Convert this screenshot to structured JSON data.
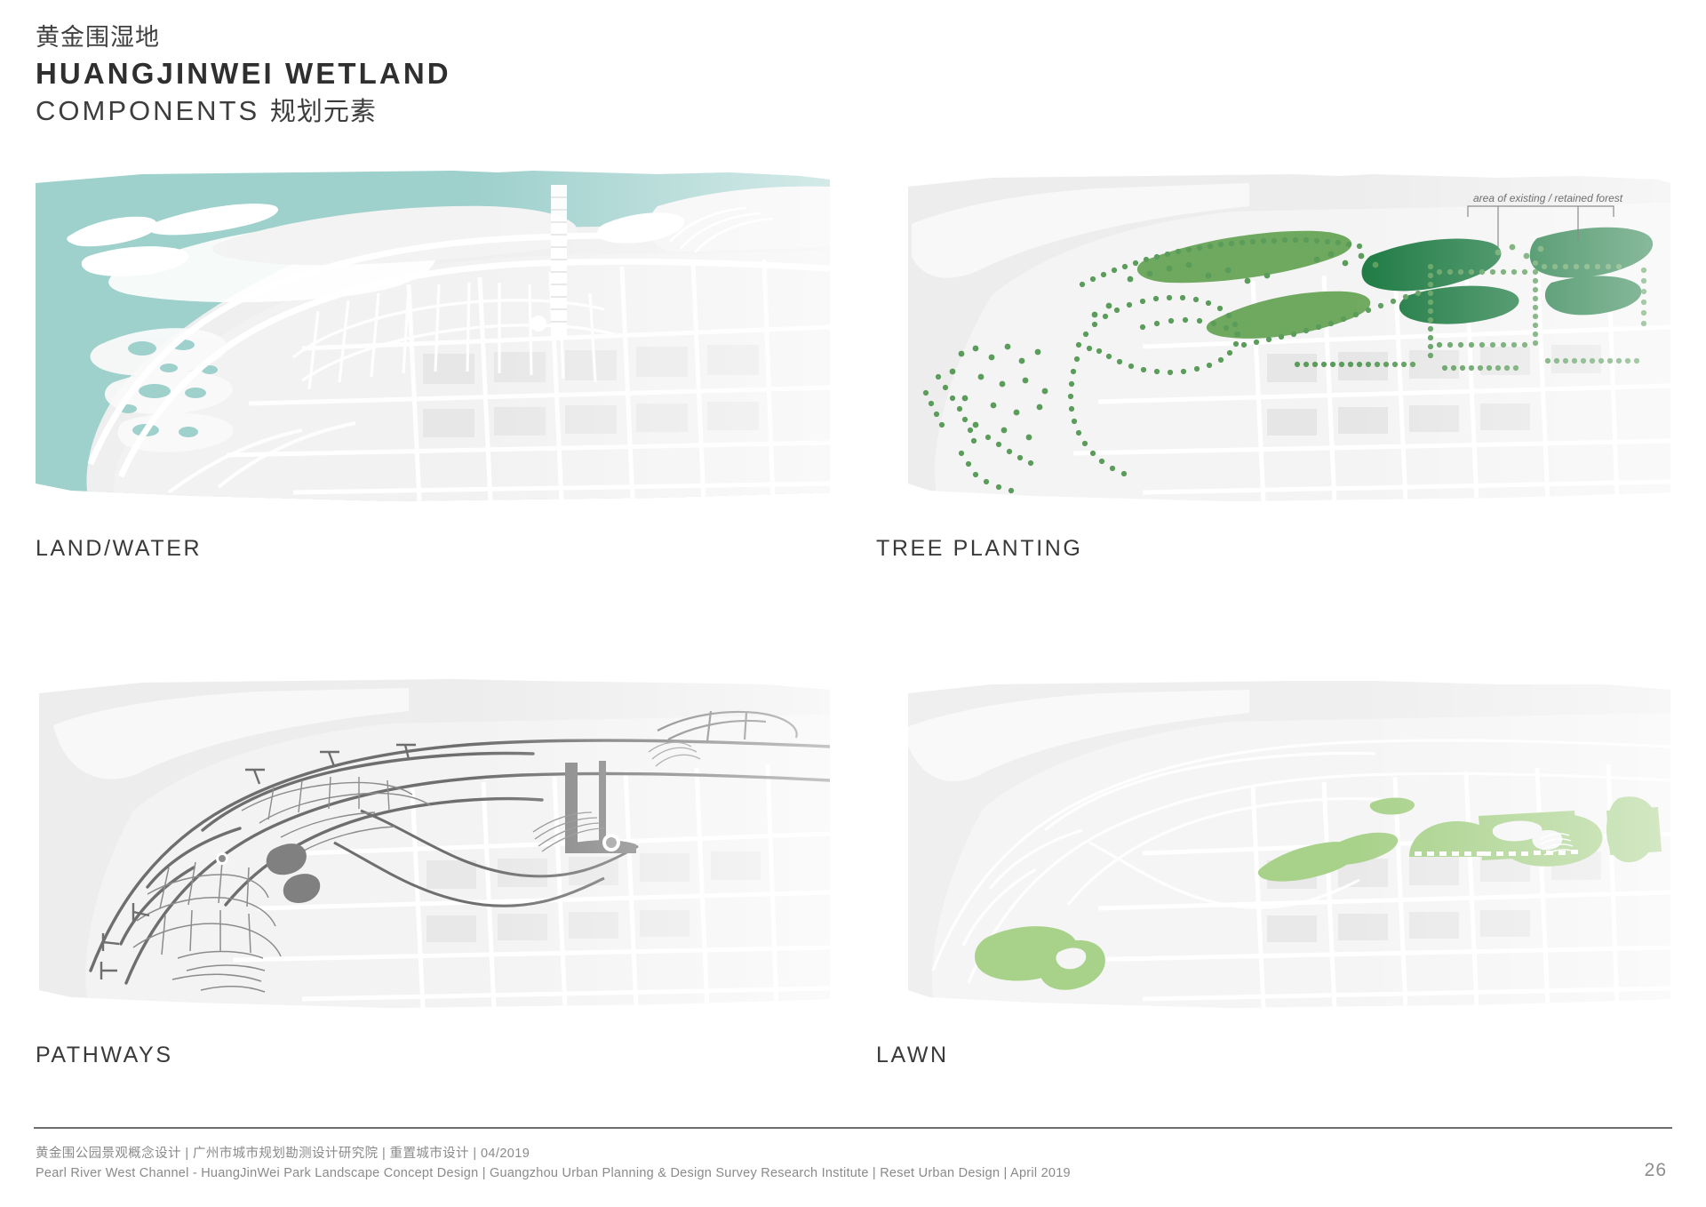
{
  "header": {
    "title_cn": "黄金围湿地",
    "title_en": "HUANGJINWEI WETLAND",
    "subtitle_en": "COMPONENTS",
    "subtitle_cn": "规划元素"
  },
  "panels": [
    {
      "id": "land-water",
      "caption": "LAND/WATER",
      "annotation": "",
      "colors": {
        "water": "#9ed0cc",
        "land": "#f0f0f0",
        "line": "#ffffff"
      }
    },
    {
      "id": "tree-planting",
      "caption": "TREE PLANTING",
      "annotation": "area of existing / retained forest",
      "colors": {
        "dot": "#5a9c5a",
        "mass_light": "#6fa85f",
        "mass_dark": "#1d7a42",
        "base": "#ededed"
      }
    },
    {
      "id": "pathways",
      "caption": "PATHWAYS",
      "annotation": "",
      "colors": {
        "path": "#6e6e6e",
        "plaza": "#808080",
        "base": "#ededed"
      }
    },
    {
      "id": "lawn",
      "caption": "LAWN",
      "annotation": "",
      "colors": {
        "lawn": "#a8d18a",
        "base": "#efefef"
      }
    }
  ],
  "footer": {
    "line_cn": "黄金围公园景观概念设计  |  广州市城市规划勘测设计研究院  |  重置城市设计  |  04/2019",
    "line_en": "Pearl River West Channel - HuangJinWei Park Landscape Concept Design  |  Guangzhou Urban Planning & Design Survey Research Institute  |  Reset Urban Design  |  April 2019",
    "page_number": "26"
  }
}
